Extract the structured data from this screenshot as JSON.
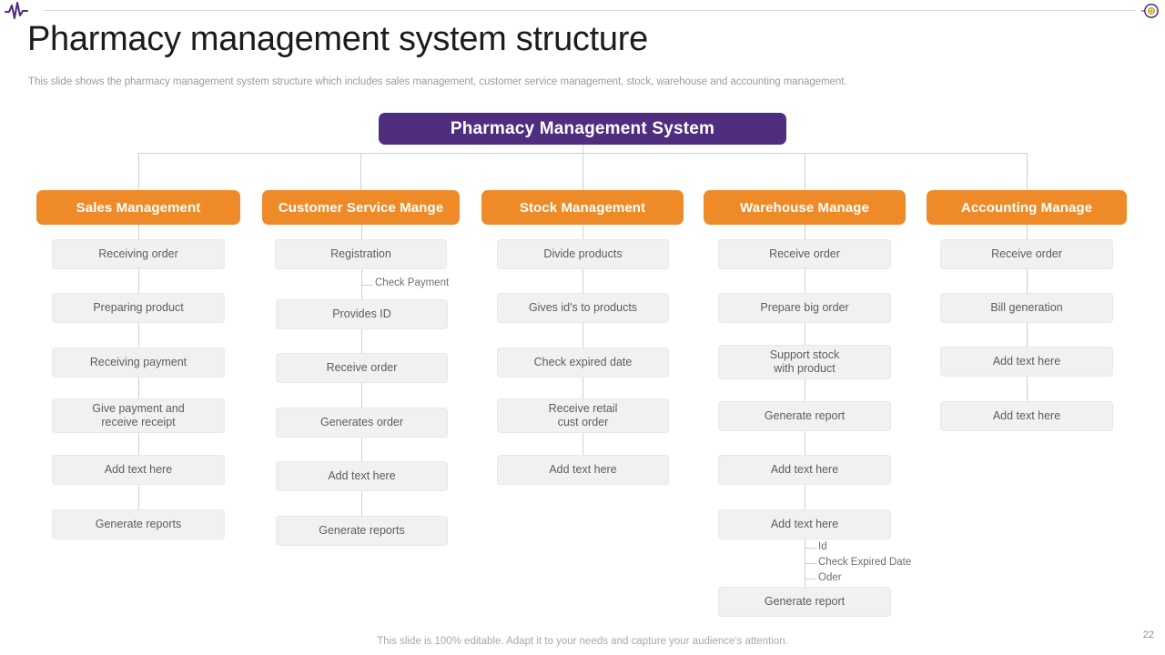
{
  "slide": {
    "title": "Pharmacy management system structure",
    "subtitle": "This slide shows the pharmacy management system structure which includes sales management, customer service management, stock, warehouse and accounting management.",
    "footer_note": "This slide is 100% editable. Adapt it to your needs and capture your audience's attention.",
    "page_number": "22"
  },
  "decor": {
    "pulse_logo": "heartbeat-pulse-icon",
    "corner_icon": "target-circle-icon"
  },
  "colors": {
    "root_purple": "#4f2d7f",
    "header_orange": "#ee8b28",
    "node_grey": "#f1f1f1",
    "connector": "#cfcfcf",
    "title_text": "#1c1c1c",
    "body_text": "#5d5d5d"
  },
  "root": {
    "label": "Pharmacy Management System"
  },
  "chart_data": {
    "type": "diagram",
    "title": "Pharmacy management system structure",
    "root": "Pharmacy Management System",
    "columns": [
      {
        "header": "Sales Management",
        "items": [
          "Receiving  order",
          "Preparing  product",
          "Receiving  payment",
          "Give  payment and\nreceive  receipt",
          "Add text here",
          "Generate  reports"
        ],
        "branches": []
      },
      {
        "header": "Customer Service Mange",
        "items": [
          "Registration",
          "Provides  ID",
          "Receive  order",
          "Generates  order",
          "Add text here",
          "Generate  reports"
        ],
        "branches": [
          {
            "after_item": 0,
            "labels": [
              "Check Payment"
            ]
          }
        ]
      },
      {
        "header": "Stock Management",
        "items": [
          "Divide  products",
          "Gives  id's to products",
          "Check expired  date",
          "Receive  retail\ncust order",
          "Add text here"
        ],
        "branches": []
      },
      {
        "header": "Warehouse Manage",
        "items": [
          "Receive  order",
          "Prepare  big order",
          "Support  stock\nwith product",
          "Generate  report",
          "Add text here",
          "Add text here",
          "Generate  report"
        ],
        "branches": [
          {
            "after_item": 5,
            "labels": [
              "Id",
              "Check Expired Date",
              "Oder"
            ]
          }
        ]
      },
      {
        "header": "Accounting Manage",
        "items": [
          "Receive  order",
          "Bill generation",
          "Add text here",
          "Add text here"
        ],
        "branches": []
      }
    ]
  }
}
